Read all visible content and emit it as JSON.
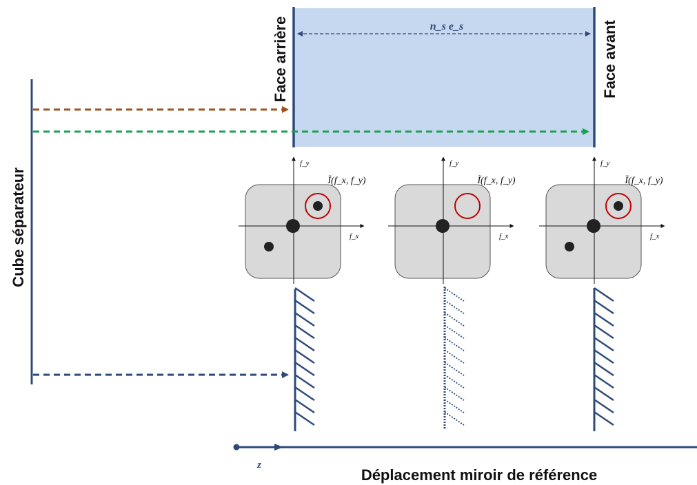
{
  "labels": {
    "beam_splitter": "Cube séparateur",
    "back_face": "Face arrière",
    "front_face": "Face avant",
    "optical_thickness": "n_s e_s",
    "z_axis": "z",
    "caption": "Déplacement miroir de référence"
  },
  "spectra": [
    {
      "ylabel": "f_y",
      "xlabel": "f_x",
      "title": "Ĩ(f_x, f_y)"
    },
    {
      "ylabel": "f_y",
      "xlabel": "f_x",
      "title": "Ĩ(f_x, f_y)"
    },
    {
      "ylabel": "f_y",
      "xlabel": "f_x",
      "title": "Ĩ(f_x, f_y)"
    }
  ],
  "mirrors": [
    {
      "style": "solid"
    },
    {
      "style": "dotted"
    },
    {
      "style": "solid"
    }
  ],
  "colors": {
    "slab_fill": "#c5d8ef",
    "structure": "#2e4a7a",
    "beam_back_face": "#a0521e",
    "beam_front_face": "#1aa14e",
    "beam_reference": "#2e4a7a",
    "spectrum_box": "#d9d9d9",
    "filter_circle": "#c00000"
  }
}
